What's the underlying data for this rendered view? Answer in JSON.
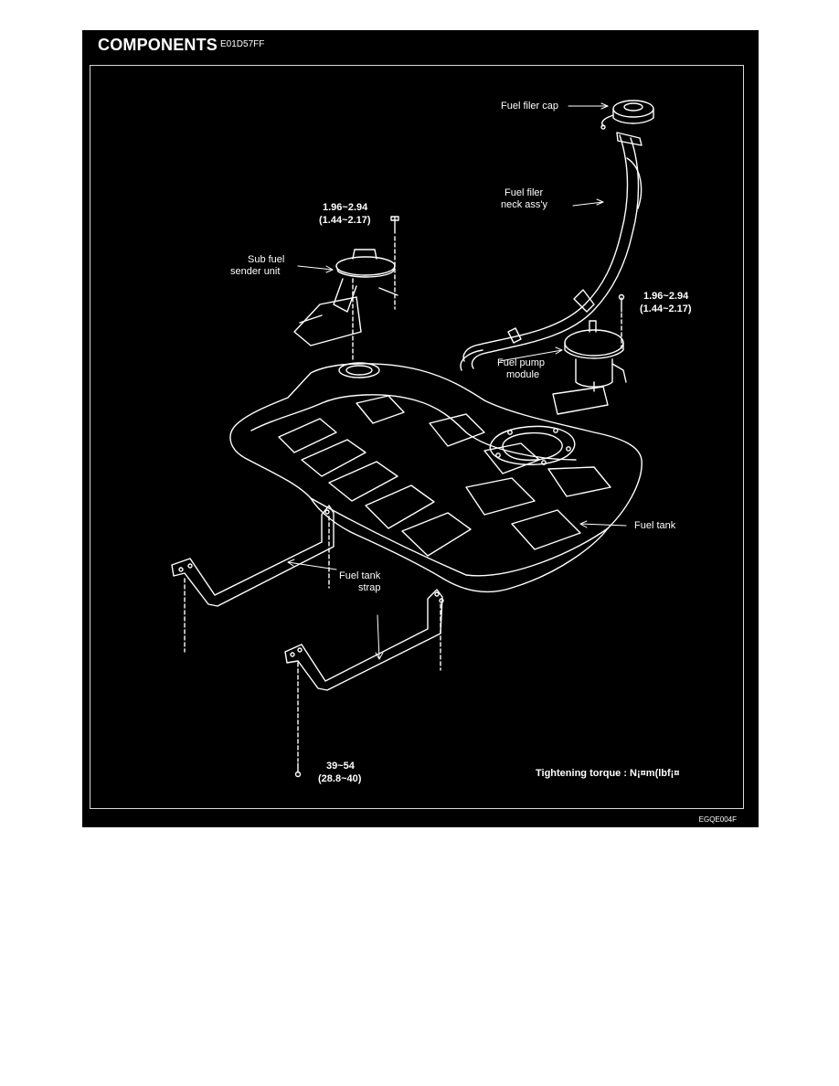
{
  "header": {
    "title": "COMPONENTS",
    "code": "E01D57FF"
  },
  "labels": {
    "fuel_filler_cap": "Fuel filer cap",
    "fuel_filler_neck_line1": "Fuel filer",
    "fuel_filler_neck_line2": "neck ass'y",
    "sub_fuel_sender_line1": "Sub fuel",
    "sub_fuel_sender_line2": "sender unit",
    "fuel_pump_module_line1": "Fuel pump",
    "fuel_pump_module_line2": "module",
    "fuel_tank": "Fuel tank",
    "fuel_tank_strap_line1": "Fuel tank",
    "fuel_tank_strap_line2": "strap"
  },
  "torques": {
    "sender_bolt_nm": "1.96~2.94",
    "sender_bolt_lbf": "(1.44~2.17)",
    "pump_bolt_nm": "1.96~2.94",
    "pump_bolt_lbf": "(1.44~2.17)",
    "strap_bolt_nm": "39~54",
    "strap_bolt_lbf": "(28.8~40)"
  },
  "legend": {
    "tightening_torque": "Tightening torque : N¡¤m(lbf¡¤"
  },
  "figure": {
    "code": "EGQE004F"
  },
  "colors": {
    "background": "#000000",
    "lines": "#ffffff",
    "page": "#ffffff"
  }
}
